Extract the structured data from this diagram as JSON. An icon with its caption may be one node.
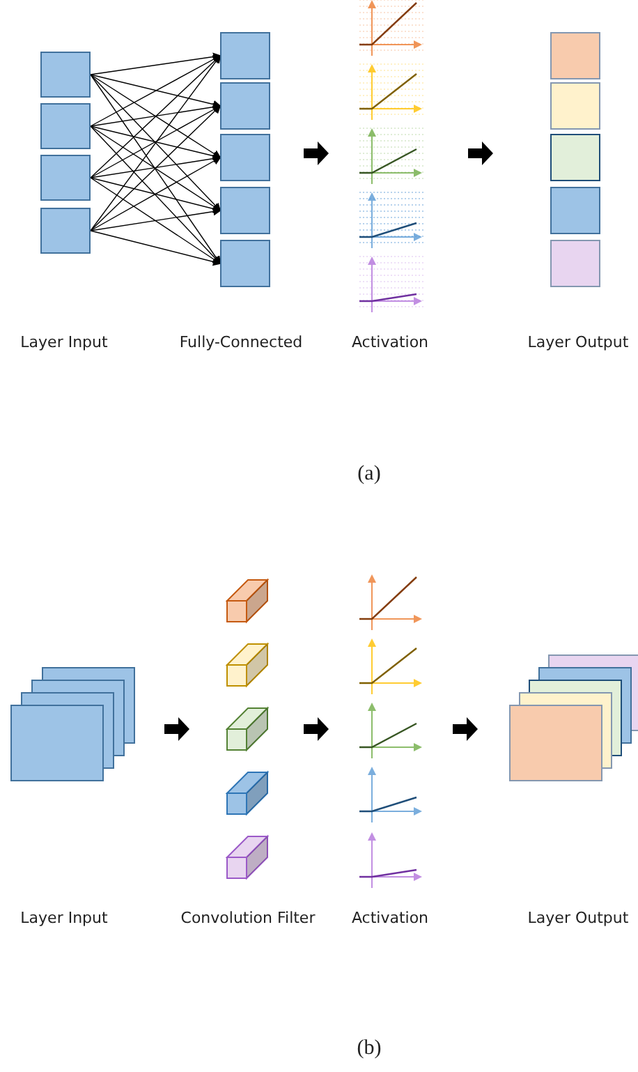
{
  "diagram": {
    "nodes": [
      {
        "text": [],
        "shape": "box"
      },
      {
        "text": [],
        "shape": "box"
      },
      {
        "text": [],
        "shape": "box"
      },
      {
        "text": [],
        "shape": "box"
      },
      {
        "text": [],
        "shape": "box"
      },
      {
        "text": [],
        "shape": "box"
      },
      {
        "text": [],
        "shape": "box"
      },
      {
        "text": [],
        "shape": "box"
      },
      {
        "text": [],
        "shape": "box"
      },
      {
        "text": [],
        "shape": "box"
      },
      {
        "text": [],
        "shape": "box"
      },
      {
        "text": [],
        "shape": "box"
      },
      {
        "text": [],
        "shape": "box"
      },
      {
        "text": [],
        "shape": "box"
      }
    ],
    "edges": [
      {
        "from": 0,
        "to": 4,
        "arrow": "to"
      },
      {
        "from": 0,
        "to": 5,
        "arrow": "to"
      },
      {
        "from": 0,
        "to": 6,
        "arrow": "to"
      },
      {
        "from": 0,
        "to": 7,
        "arrow": "to"
      },
      {
        "from": 0,
        "to": 8,
        "arrow": "to"
      },
      {
        "from": 1,
        "to": 4,
        "arrow": "to"
      },
      {
        "from": 1,
        "to": 5,
        "arrow": "to"
      },
      {
        "from": 1,
        "to": 6,
        "arrow": "to"
      },
      {
        "from": 1,
        "to": 7,
        "arrow": "to"
      },
      {
        "from": 1,
        "to": 8,
        "arrow": "to"
      },
      {
        "from": 2,
        "to": 4,
        "arrow": "to"
      },
      {
        "from": 2,
        "to": 5,
        "arrow": "to"
      },
      {
        "from": 2,
        "to": 6,
        "arrow": "to"
      },
      {
        "from": 2,
        "to": 7,
        "arrow": "to"
      },
      {
        "from": 2,
        "to": 8,
        "arrow": "to"
      },
      {
        "from": 3,
        "to": 4,
        "arrow": "to"
      },
      {
        "from": 3,
        "to": 5,
        "arrow": "to"
      },
      {
        "from": 3,
        "to": 6,
        "arrow": "to"
      },
      {
        "from": 3,
        "to": 7,
        "arrow": "to"
      },
      {
        "from": 3,
        "to": 8,
        "arrow": "to"
      }
    ],
    "labels": [
      "Layer Input",
      "Fully-Connected",
      "Activation",
      "Layer Output",
      "(a)",
      "Layer Input",
      "Convolution Filter",
      "Activation",
      "Layer Output",
      "(b)"
    ]
  }
}
